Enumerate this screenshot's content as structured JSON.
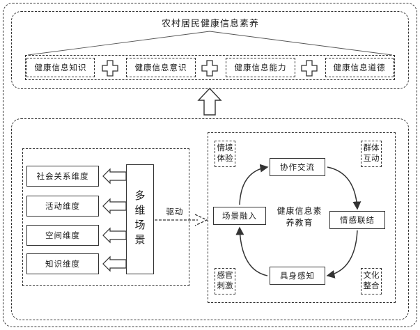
{
  "top": {
    "title": "农村居民健康信息素养",
    "components": [
      "健康信息知识",
      "健康信息意识",
      "健康信息能力",
      "健康信息道德"
    ]
  },
  "left_panel": {
    "dimensions": [
      "社会关系维度",
      "活动维度",
      "空间维度",
      "知识维度"
    ],
    "scene_label": "多维场景"
  },
  "drive_label": "驱动",
  "cycle": {
    "center_label": "健康信息素养教育",
    "nodes": [
      "协作交流",
      "情感联结",
      "具身感知",
      "场景融入"
    ],
    "corners": [
      "情境体验",
      "群体互动",
      "文化整合",
      "感官刺激"
    ]
  }
}
